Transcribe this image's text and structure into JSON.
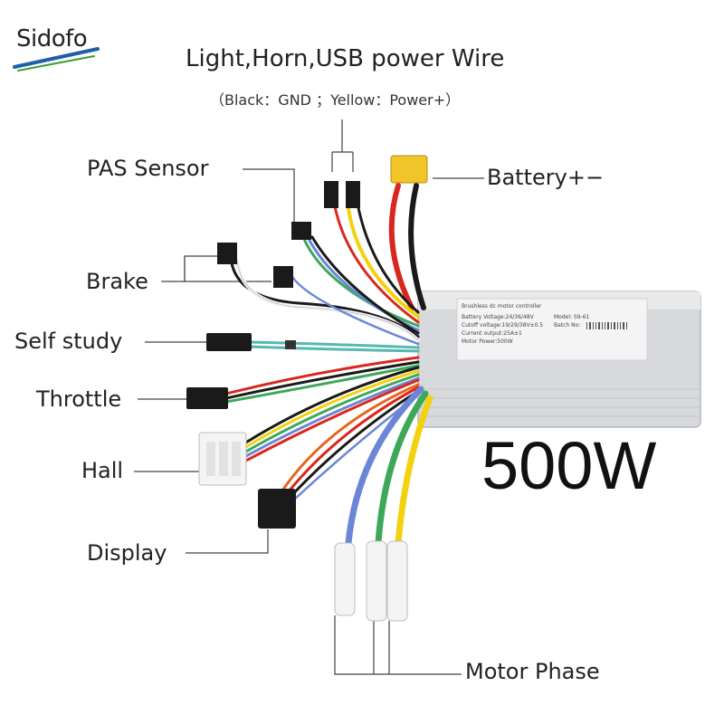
{
  "brand": {
    "name": "Sidofo",
    "colors": {
      "green": "#3f9a3a",
      "blue": "#1f5fa8"
    }
  },
  "title": "Light,Horn,USB power Wire",
  "subtitle": "（Black：GND ；Yellow：Power+）",
  "labels": {
    "pas_sensor": "PAS Sensor",
    "battery": "Battery+−",
    "brake": "Brake",
    "self_study": "Self study",
    "throttle": "Throttle",
    "hall": "Hall",
    "display": "Display",
    "motor_phase": "Motor Phase"
  },
  "power": "500W",
  "plate": {
    "line1": "Brushless dc motor controller",
    "line2": "Battery Voltage:24/36/48V",
    "line3": "Cutoff voltage:19/29/38V±0.5",
    "line4": "Current output:25A±1",
    "line5": "Motor Power:500W",
    "model": "Model: S9-61",
    "batch": "Batch No:"
  },
  "wire_colors": {
    "red": "#d8281e",
    "black": "#1a1a1a",
    "yellow": "#f2d20f",
    "blue": "#6b86d6",
    "green": "#3ea85a",
    "white": "#f2f2f2",
    "teal": "#56b8b0",
    "orange": "#e8661e"
  }
}
